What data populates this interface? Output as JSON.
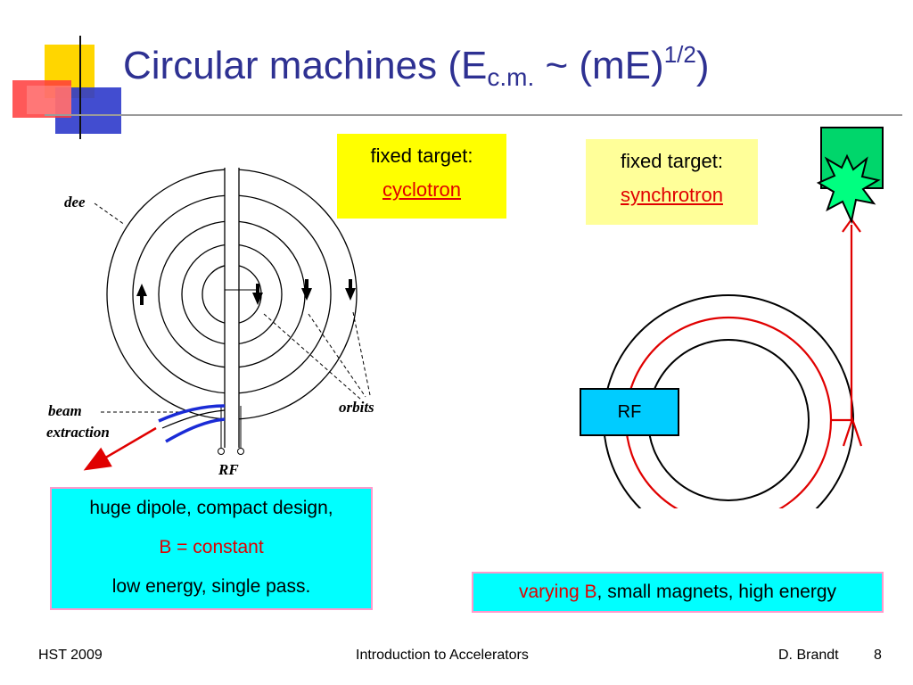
{
  "title": {
    "main": "Circular machines (E",
    "sub": "c.m.",
    "middle": " ~ (mE)",
    "sup": "1/2",
    "end": ")"
  },
  "cyclotron": {
    "box_line1": "fixed target:",
    "box_line2": "cyclotron",
    "labels": {
      "dee": "dee",
      "beam": "beam",
      "extraction": "extraction",
      "orbits": "orbits",
      "rf": "RF"
    }
  },
  "synchrotron": {
    "box_line1": "fixed target:",
    "box_line2": "synchrotron",
    "rf_label": "RF"
  },
  "notes": {
    "cyclotron_line1": "huge dipole, compact design,",
    "cyclotron_line2": "B = constant",
    "cyclotron_line3": "low energy, single pass.",
    "synchrotron_red": "varying B",
    "synchrotron_rest": ", small magnets, high energy"
  },
  "footer": {
    "left": "HST 2009",
    "center": "Introduction to Accelerators",
    "author": "D. Brandt",
    "page": "8"
  },
  "colors": {
    "title": "#2e3192",
    "highlight": "#ffff00",
    "note_bg": "#00ffff",
    "accent_red": "#e00000",
    "beam_blue": "#1a2bd6",
    "target_green": "#00d66b"
  }
}
